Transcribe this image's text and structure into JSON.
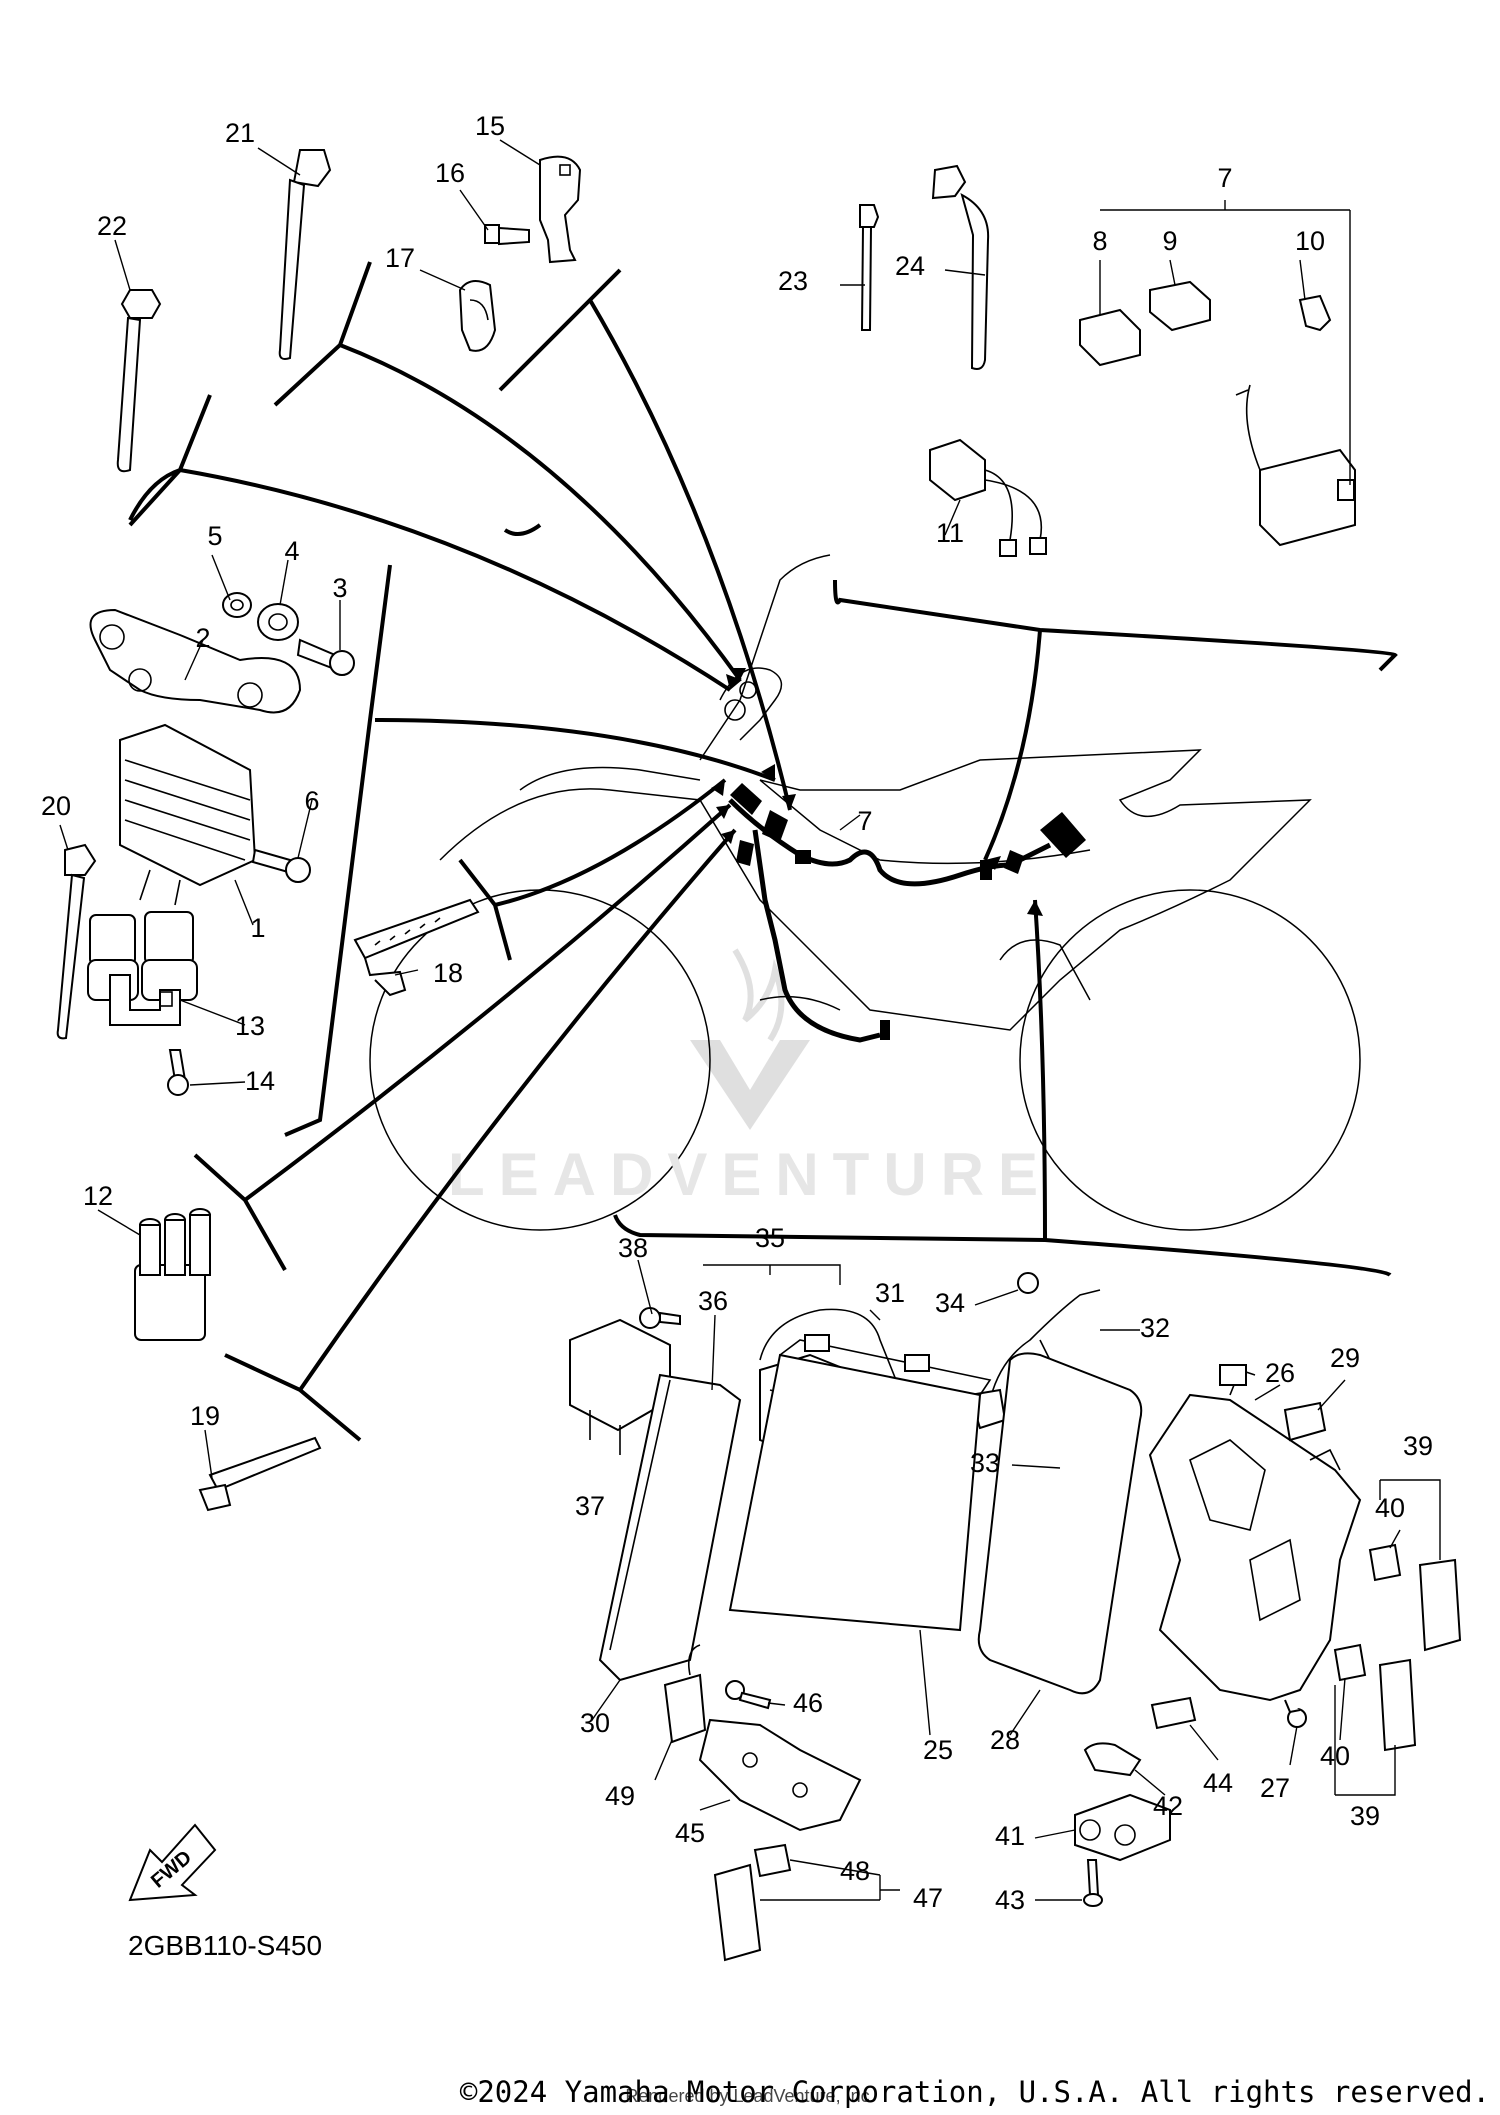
{
  "diagram": {
    "code": "2GBB110-S450",
    "fwd_label": "FWD",
    "watermark": "LEADVENTURE",
    "rendered_by": "Rendered by LeadVenture, Inc.",
    "copyright": "©2024 Yamaha Motor Corporation, U.S.A. All rights reserved.",
    "parts": [
      {
        "id": "1",
        "label": "1"
      },
      {
        "id": "2",
        "label": "2"
      },
      {
        "id": "3",
        "label": "3"
      },
      {
        "id": "4",
        "label": "4"
      },
      {
        "id": "5",
        "label": "5"
      },
      {
        "id": "6",
        "label": "6"
      },
      {
        "id": "7a",
        "label": "7"
      },
      {
        "id": "7b",
        "label": "7"
      },
      {
        "id": "8",
        "label": "8"
      },
      {
        "id": "9",
        "label": "9"
      },
      {
        "id": "10",
        "label": "10"
      },
      {
        "id": "11",
        "label": "11"
      },
      {
        "id": "12",
        "label": "12"
      },
      {
        "id": "13",
        "label": "13"
      },
      {
        "id": "14",
        "label": "14"
      },
      {
        "id": "15",
        "label": "15"
      },
      {
        "id": "16",
        "label": "16"
      },
      {
        "id": "17",
        "label": "17"
      },
      {
        "id": "18",
        "label": "18"
      },
      {
        "id": "19",
        "label": "19"
      },
      {
        "id": "20",
        "label": "20"
      },
      {
        "id": "21",
        "label": "21"
      },
      {
        "id": "22",
        "label": "22"
      },
      {
        "id": "23",
        "label": "23"
      },
      {
        "id": "24",
        "label": "24"
      },
      {
        "id": "25",
        "label": "25"
      },
      {
        "id": "26",
        "label": "26"
      },
      {
        "id": "27",
        "label": "27"
      },
      {
        "id": "28",
        "label": "28"
      },
      {
        "id": "29",
        "label": "29"
      },
      {
        "id": "30",
        "label": "30"
      },
      {
        "id": "31",
        "label": "31"
      },
      {
        "id": "32",
        "label": "32"
      },
      {
        "id": "33",
        "label": "33"
      },
      {
        "id": "34",
        "label": "34"
      },
      {
        "id": "35",
        "label": "35"
      },
      {
        "id": "36",
        "label": "36"
      },
      {
        "id": "37",
        "label": "37"
      },
      {
        "id": "38",
        "label": "38"
      },
      {
        "id": "39a",
        "label": "39"
      },
      {
        "id": "39b",
        "label": "39"
      },
      {
        "id": "40a",
        "label": "40"
      },
      {
        "id": "40b",
        "label": "40"
      },
      {
        "id": "41",
        "label": "41"
      },
      {
        "id": "42",
        "label": "42"
      },
      {
        "id": "43",
        "label": "43"
      },
      {
        "id": "44",
        "label": "44"
      },
      {
        "id": "45",
        "label": "45"
      },
      {
        "id": "46",
        "label": "46"
      },
      {
        "id": "47",
        "label": "47"
      },
      {
        "id": "48",
        "label": "48"
      },
      {
        "id": "49",
        "label": "49"
      }
    ]
  }
}
